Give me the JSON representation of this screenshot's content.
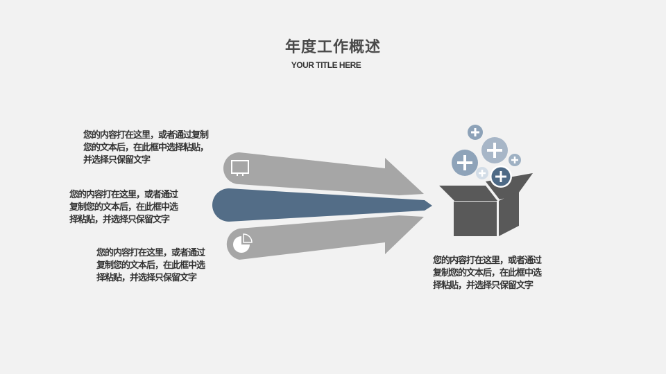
{
  "slide": {
    "title": "年度工作概述",
    "subtitle": "YOUR TITLE HERE",
    "background": "#f2f2f2"
  },
  "text_blocks": [
    {
      "id": "top-left",
      "text": "您的内容打在这里，或者通过复制您的文本后，在此框中选择粘贴，并选择只保留文字"
    },
    {
      "id": "middle-left",
      "text": "您的内容打在这里，或者通过复制您的文本后，在此框中选择粘贴，并选择只保留文字"
    },
    {
      "id": "bottom-left",
      "text": "您的内容打在这里，或者通过复制您的文本后，在此框中选择粘贴，并选择只保留文字"
    },
    {
      "id": "right",
      "text": "您的内容打在这里，或者通过复制您的文本后，在此框中选择粘贴，并选择只保留文字"
    }
  ],
  "graphic": {
    "arrows": [
      {
        "name": "top-arrow",
        "color": "#a6a6a6",
        "icon": "presentation-board-icon"
      },
      {
        "name": "middle-arrow",
        "color": "#536d87",
        "icon": null
      },
      {
        "name": "bottom-arrow",
        "color": "#a6a6a6",
        "icon": "pie-chart-icon"
      }
    ],
    "box": {
      "color": "#595959",
      "icon": "open-box-icon"
    },
    "plus_bubbles": [
      {
        "color": "#8da2b8"
      },
      {
        "color": "#a7b6c7"
      },
      {
        "color": "#8ea3b9"
      },
      {
        "color": "#9fb1c3"
      },
      {
        "color": "#d3dde7"
      },
      {
        "color": "#4e6a86"
      }
    ]
  }
}
